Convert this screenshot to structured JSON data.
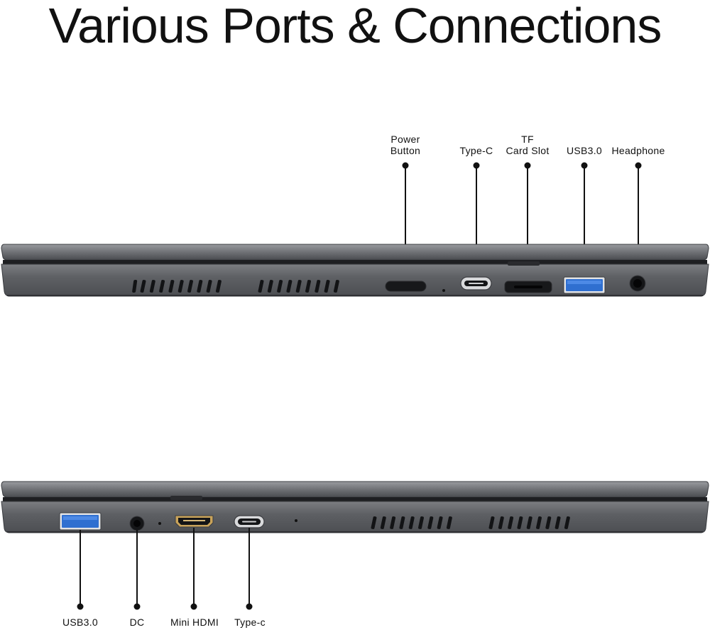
{
  "title": "Various Ports & Connections",
  "top_view": {
    "labels": [
      {
        "id": "power",
        "lines": [
          "Power",
          "Button"
        ]
      },
      {
        "id": "typec",
        "lines": [
          "Type-C"
        ]
      },
      {
        "id": "tf",
        "lines": [
          "TF",
          "Card Slot"
        ]
      },
      {
        "id": "usb",
        "lines": [
          "USB3.0"
        ]
      },
      {
        "id": "headphone",
        "lines": [
          "Headphone"
        ]
      }
    ]
  },
  "bottom_view": {
    "labels": [
      {
        "id": "usb",
        "text": "USB3.0"
      },
      {
        "id": "dc",
        "text": "DC"
      },
      {
        "id": "hdmi",
        "text": "Mini HDMI"
      },
      {
        "id": "typec",
        "text": "Type-c"
      }
    ]
  },
  "colors": {
    "chassis": "#5e6064",
    "chassis_light": "#8a8c90",
    "usb_blue": "#2f6fd0",
    "hdmi_gold": "#c9a35a"
  }
}
